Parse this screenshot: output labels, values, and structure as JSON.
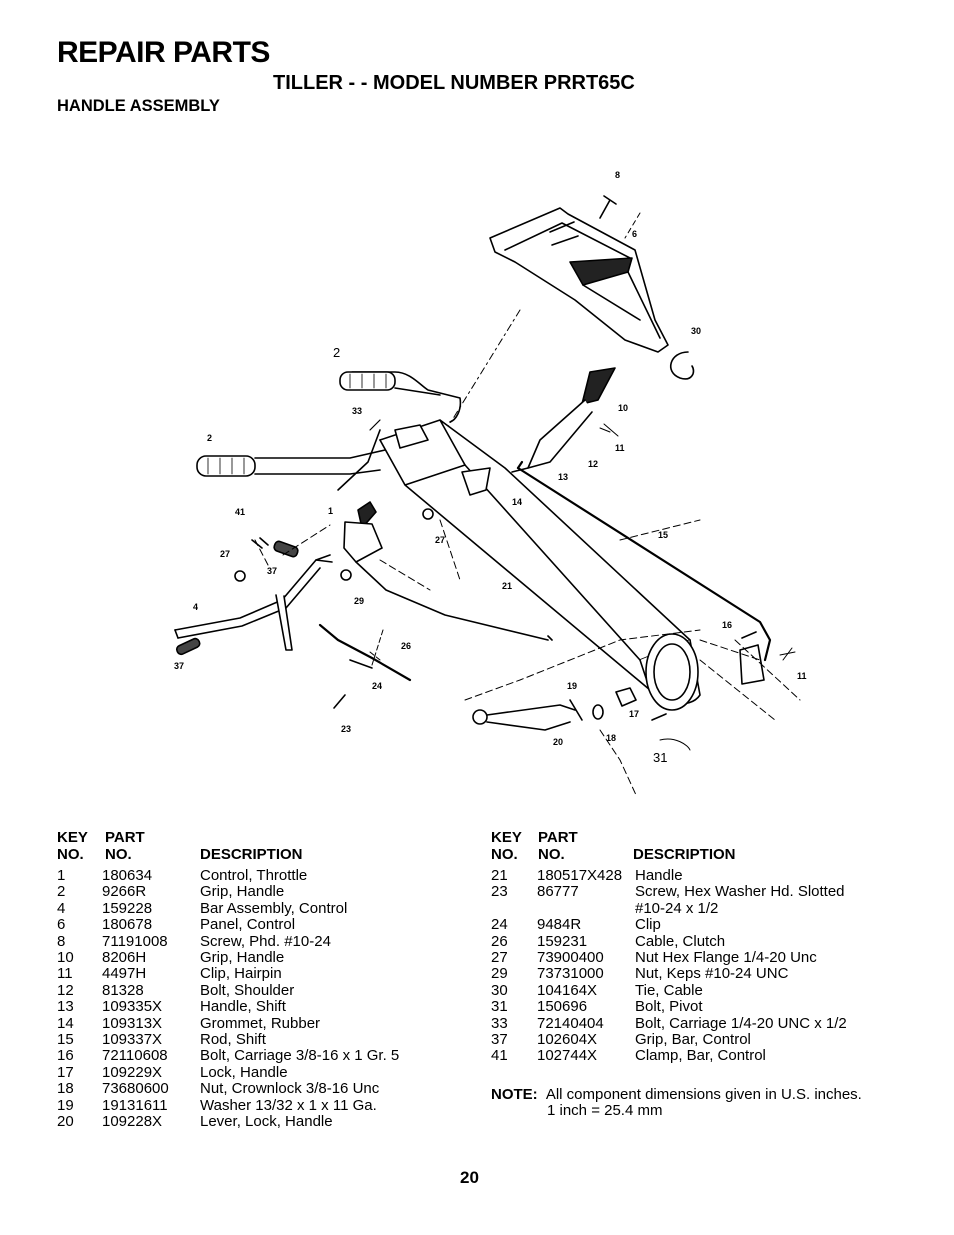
{
  "header": {
    "title": "REPAIR PARTS",
    "subtitle": "TILLER - - MODEL NUMBER PRRT65C",
    "section": "HANDLE ASSEMBLY"
  },
  "diagram": {
    "callouts": [
      "8",
      "6",
      "30",
      "2",
      "10",
      "33",
      "11",
      "2",
      "12",
      "13",
      "14",
      "41",
      "1",
      "27",
      "15",
      "27",
      "37",
      "21",
      "29",
      "4",
      "16",
      "26",
      "11",
      "37",
      "19",
      "24",
      "17",
      "18",
      "20",
      "23",
      "31"
    ]
  },
  "table_headers": {
    "key1": "KEY",
    "key2": "NO.",
    "part1": "PART",
    "part2": "NO.",
    "desc": "DESCRIPTION"
  },
  "parts_left": [
    {
      "key": "1",
      "part": "180634",
      "desc": "Control, Throttle"
    },
    {
      "key": "2",
      "part": "9266R",
      "desc": "Grip, Handle"
    },
    {
      "key": "4",
      "part": "159228",
      "desc": "Bar Assembly, Control"
    },
    {
      "key": "6",
      "part": "180678",
      "desc": "Panel, Control"
    },
    {
      "key": "8",
      "part": "71191008",
      "desc": "Screw, Phd. #10-24"
    },
    {
      "key": "10",
      "part": "8206H",
      "desc": "Grip, Handle"
    },
    {
      "key": "11",
      "part": "4497H",
      "desc": "Clip, Hairpin"
    },
    {
      "key": "12",
      "part": "81328",
      "desc": "Bolt, Shoulder"
    },
    {
      "key": "13",
      "part": "109335X",
      "desc": "Handle, Shift"
    },
    {
      "key": "14",
      "part": "109313X",
      "desc": "Grommet, Rubber"
    },
    {
      "key": "15",
      "part": "109337X",
      "desc": "Rod, Shift"
    },
    {
      "key": "16",
      "part": "72110608",
      "desc": "Bolt, Carriage  3/8-16 x 1 Gr. 5"
    },
    {
      "key": "17",
      "part": "109229X",
      "desc": "Lock, Handle"
    },
    {
      "key": "18",
      "part": "73680600",
      "desc": "Nut, Crownlock  3/8-16 Unc"
    },
    {
      "key": "19",
      "part": "19131611",
      "desc": "Washer  13/32 x 1 x 11 Ga."
    },
    {
      "key": "20",
      "part": "109228X",
      "desc": "Lever, Lock, Handle"
    }
  ],
  "parts_right": [
    {
      "key": "21",
      "part": "180517X428",
      "desc": "Handle"
    },
    {
      "key": "23",
      "part": "86777",
      "desc": "Screw, Hex Washer Hd. Slotted",
      "desc2": "#10-24 x 1/2"
    },
    {
      "key": "24",
      "part": "9484R",
      "desc": "Clip"
    },
    {
      "key": "26",
      "part": "159231",
      "desc": "Cable, Clutch"
    },
    {
      "key": "27",
      "part": "73900400",
      "desc": "Nut Hex Flange  1/4-20 Unc"
    },
    {
      "key": "29",
      "part": "73731000",
      "desc": "Nut, Keps  #10-24 UNC"
    },
    {
      "key": "30",
      "part": "104164X",
      "desc": "Tie, Cable"
    },
    {
      "key": "31",
      "part": "150696",
      "desc": "Bolt, Pivot"
    },
    {
      "key": "33",
      "part": "72140404",
      "desc": "Bolt, Carriage  1/4-20 UNC x 1/2"
    },
    {
      "key": "37",
      "part": "102604X",
      "desc": "Grip, Bar, Control"
    },
    {
      "key": "41",
      "part": "102744X",
      "desc": "Clamp, Bar, Control"
    }
  ],
  "note": {
    "label": "NOTE:",
    "line1": "All component dimensions given in U.S. inches.",
    "line2": "1 inch = 25.4 mm"
  },
  "page_number": "20"
}
